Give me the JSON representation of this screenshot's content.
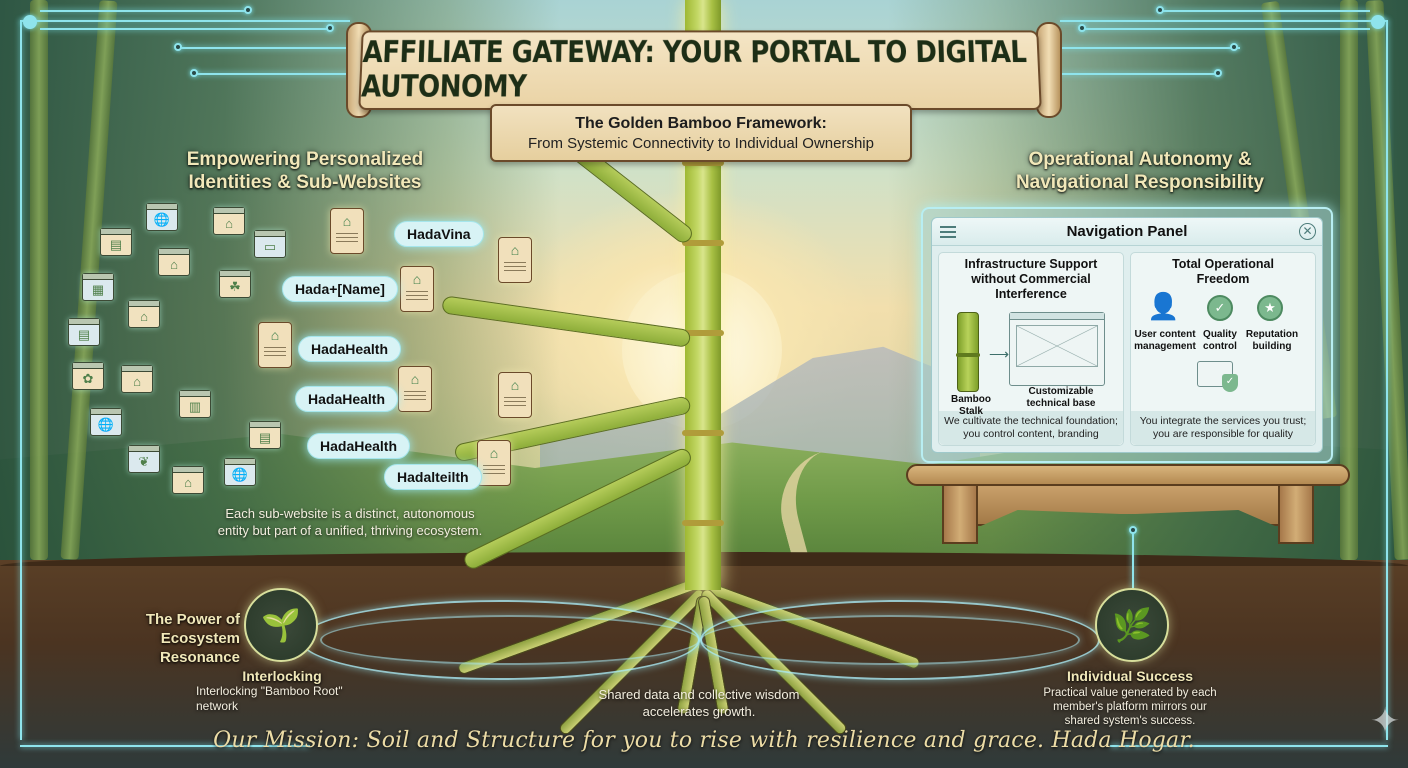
{
  "header": {
    "title": "AFFILIATE GATEWAY: YOUR PORTAL TO DIGITAL AUTONOMY",
    "subtitle_bold": "The Golden Bamboo Framework:",
    "subtitle": "From Systemic Connectivity to Individual Ownership"
  },
  "left_section": {
    "heading_line1": "Empowering Personalized",
    "heading_line2": "Identities & Sub-Websites",
    "labels": [
      "HadaVina",
      "Hada+[Name]",
      "HadaHealth",
      "HadaHealth",
      "HadaHealth",
      "Hadalteilth"
    ],
    "caption_line1": "Each sub-website is a distinct, autonomous",
    "caption_line2": "entity but part of a unified, thriving ecosystem."
  },
  "right_section": {
    "heading_line1": "Operational Autonomy &",
    "heading_line2": "Navigational Responsibility"
  },
  "nav_panel": {
    "title": "Navigation Panel",
    "menu_icon": "hamburger-menu-icon",
    "close_icon": "close-circle-icon",
    "left_card": {
      "title_line1": "Infrastructure Support",
      "title_line2": "without Commercial Interference",
      "item1": "Bamboo Stalk",
      "item2_line1": "Customizable",
      "item2_line2": "technical base",
      "foot_line1": "We cultivate the technical foundation;",
      "foot_line2": "you control content, branding"
    },
    "right_card": {
      "title_line1": "Total Operational",
      "title_line2": "Freedom",
      "items": [
        {
          "line1": "User content",
          "line2": "management",
          "icon": "user-check-icon"
        },
        {
          "line1": "Quality",
          "line2": "control",
          "icon": "quality-badge-icon"
        },
        {
          "line1": "Reputation",
          "line2": "building",
          "icon": "star-badge-icon"
        }
      ],
      "foot_line1": "You integrate the services you trust;",
      "foot_line2": "you are responsible for quality"
    }
  },
  "bottom": {
    "resonance_line1": "The Power of",
    "resonance_line2": "Ecosystem Resonance",
    "interlocking_title": "Interlocking",
    "interlocking_line1": "Interlocking \"Bamboo Root\"",
    "interlocking_line2": "network",
    "center_line1": "Shared data and collective wisdom",
    "center_line2": "accelerates growth.",
    "success_title": "Individual Success",
    "success_line1": "Practical value generated by each",
    "success_line2": "member's platform mirrors our",
    "success_line3": "shared system's success.",
    "mission": "Our Mission: Soil and Structure for you to rise with resilience and grace. Hada Hogar."
  },
  "colors": {
    "circuit_glow": "#8fe4ec",
    "banner_parchment": "#f4e5c5",
    "heading_cream": "#f1e8b9",
    "bamboo_green": "#b5cc5a",
    "soil_brown": "#4b3421"
  }
}
